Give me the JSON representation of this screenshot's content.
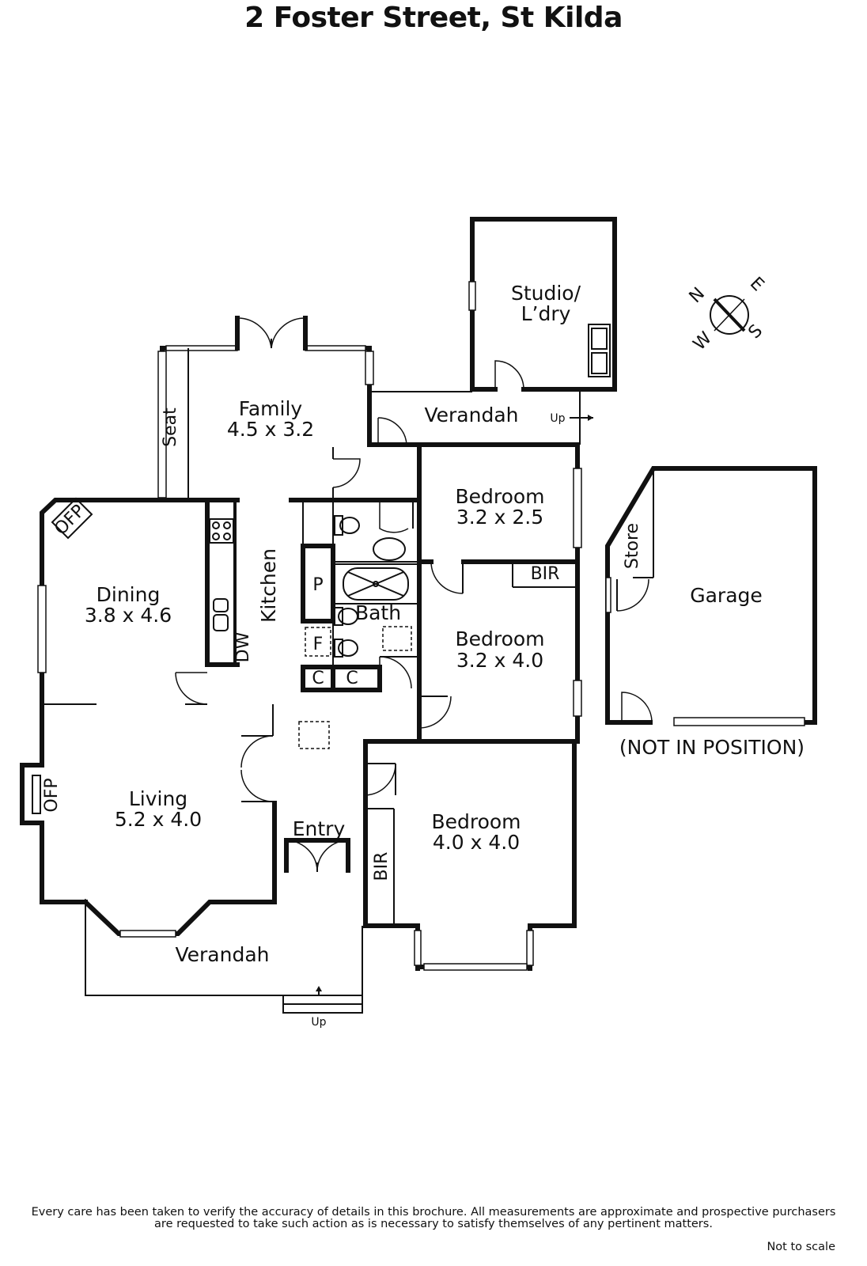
{
  "title": "2 Foster Street, St Kilda",
  "rooms": {
    "studio": {
      "name": "Studio/",
      "name2": "L’dry"
    },
    "family": {
      "name": "Family",
      "size": "4.5 x 3.2"
    },
    "verandah_rear": "Verandah",
    "verandah_up": "Up",
    "bedroom1": {
      "name": "Bedroom",
      "size": "3.2 x 2.5"
    },
    "bir1": "BIR",
    "bedroom2": {
      "name": "Bedroom",
      "size": "3.2 x 4.0"
    },
    "dining": {
      "name": "Dining",
      "size": "3.8 x 4.6"
    },
    "kitchen": "Kitchen",
    "bath": "Bath",
    "living": {
      "name": "Living",
      "size": "5.2 x 4.0"
    },
    "entry": "Entry",
    "bedroom3": {
      "name": "Bedroom",
      "size": "4.0 x 4.0"
    },
    "bir2": "BIR",
    "verandah_front": "Verandah",
    "front_up": "Up",
    "garage": "Garage",
    "store": "Store",
    "not_in_position": "(NOT IN POSITION)"
  },
  "fixtures": {
    "seat": "Seat",
    "ofp": "OFP",
    "pantry": "P",
    "dw": "DW",
    "fridge": "F",
    "cupboard": "C"
  },
  "compass": {
    "n": "N",
    "e": "E",
    "s": "S",
    "w": "W"
  },
  "footer": {
    "disclaimer_line1": "Every care has been taken to verify the accuracy of details in this brochure.  All measurements are approximate and prospective purchasers",
    "disclaimer_line2": "are requested to take such action as is necessary to satisfy themselves of any pertinent matters.",
    "not_to_scale": "Not to scale"
  }
}
